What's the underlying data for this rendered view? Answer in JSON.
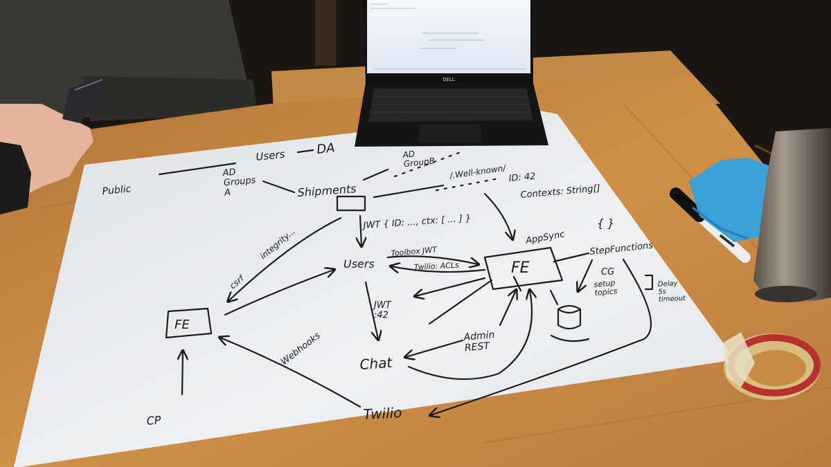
{
  "sketch": {
    "labels": {
      "public": "Public",
      "users_top": "Users",
      "da": "DA",
      "ad_groups_a": "AD\nGroups\nA",
      "ad_group_b": "AD\nGroupB",
      "shipments": "Shipments",
      "well_known": "/.Well-known/",
      "id_42": "ID: 42",
      "contexts": "Contexts: String[]",
      "jwt_id": "JWT { ID: ..., ctx: [ ... ] }",
      "integrity": "integrity...",
      "csrf": "csrf",
      "app_sync": "AppSync",
      "braces": "{ }",
      "step_functions": "StepFunctions",
      "users_mid": "Users",
      "toolbox_jwt": "Toolbox JWT",
      "twilio_acls": "Twilio: ACLs",
      "fe_right": "FE",
      "cg": "CG",
      "setup_topics": "setup\ntopics",
      "delay_5s": "Delay\n5s\ntimeout",
      "fe_left": "FE",
      "jwt_42": "JWT\n:42",
      "admin_rest": "Admin\nREST",
      "webhooks": "Webhooks",
      "chat": "Chat",
      "twilio": "Twilio",
      "cp": "CP"
    }
  },
  "laptop": {
    "brand": "DELL"
  },
  "colors": {
    "table": "#c98a45",
    "paper": "#eceef0",
    "ink": "#1b1b1b",
    "cloth": "#3a9fd6",
    "tape": "#b8312f"
  }
}
